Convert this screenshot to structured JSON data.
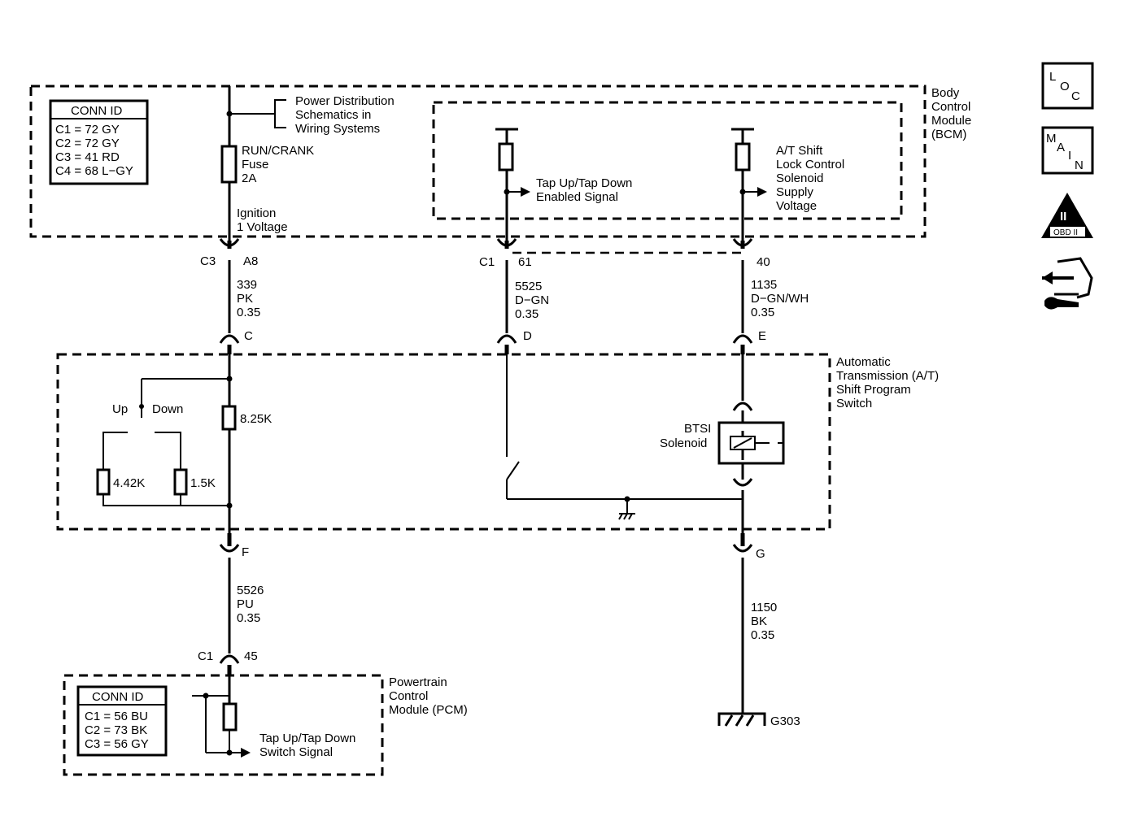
{
  "bcm": {
    "label": [
      "Body",
      "Control",
      "Module",
      "(BCM)"
    ],
    "conn_title": "CONN ID",
    "conn": [
      "C1 = 72 GY",
      "C2 = 72 GY",
      "C3 = 41 RD",
      "C4 = 68 L−GY"
    ],
    "power_ref": [
      "Power Distribution",
      "Schematics in",
      "Wiring Systems"
    ],
    "fuse": [
      "RUN/CRANK",
      "Fuse",
      "2A"
    ],
    "ignition": [
      "Ignition",
      "1 Voltage"
    ],
    "tap_signal": [
      "Tap Up/Tap Down",
      "Enabled Signal"
    ],
    "solenoid_supply": [
      "A/T Shift",
      "Lock Control",
      "Solenoid",
      "Supply",
      "Voltage"
    ]
  },
  "connectors": {
    "c3": "C3",
    "a8": "A8",
    "c1_bcm": "C1",
    "p61": "61",
    "p40": "40",
    "c": "C",
    "d": "D",
    "e": "E",
    "f": "F",
    "g": "G",
    "c1_pcm": "C1",
    "p45": "45"
  },
  "wires": {
    "w339": [
      "339",
      "PK",
      "0.35"
    ],
    "w5525": [
      "5525",
      "D−GN",
      "0.35"
    ],
    "w1135": [
      "1135",
      "D−GN/WH",
      "0.35"
    ],
    "w5526": [
      "5526",
      "PU",
      "0.35"
    ],
    "w1150": [
      "1150",
      "BK",
      "0.35"
    ]
  },
  "switch": {
    "label": [
      "Automatic",
      "Transmission (A/T)",
      "Shift Program",
      "Switch"
    ],
    "up": "Up",
    "down": "Down",
    "r1": "8.25K",
    "r2": "4.42K",
    "r3": "1.5K",
    "btsi": [
      "BTSI",
      "Solenoid"
    ]
  },
  "pcm": {
    "label": [
      "Powertrain",
      "Control",
      "Module (PCM)"
    ],
    "conn_title": "CONN ID",
    "conn": [
      "C1 = 56 BU",
      "C2 = 73 BK",
      "C3 = 56 GY"
    ],
    "tap_switch": [
      "Tap Up/Tap Down",
      "Switch Signal"
    ]
  },
  "ground": "G303",
  "side_icons": {
    "loc": [
      "L",
      "O",
      "C"
    ],
    "main": [
      "M",
      "A",
      "I",
      "N"
    ],
    "obd_roman": "II",
    "obd_label": "OBD II",
    "icons": [
      "loc-icon",
      "main-icon",
      "obd-ii-icon",
      "connector-repair-icon"
    ]
  }
}
